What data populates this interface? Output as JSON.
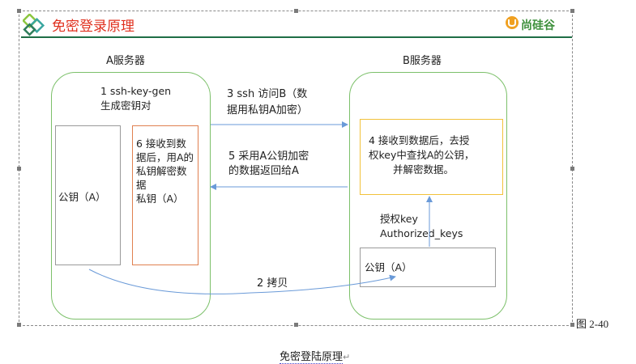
{
  "title": "免密登录原理",
  "brand": "尚硅谷",
  "colors": {
    "title": "#e0301e",
    "brand": "#3d8f3b",
    "server_border": "#7cc06a",
    "arrow": "#6a9ad8",
    "key_box": "#9a9a9a",
    "private_box": "#e08050",
    "lookup_box": "#f2c23a"
  },
  "server_a": {
    "label": "A服务器",
    "step1": [
      "1 ssh-key-gen",
      "生成密钥对"
    ],
    "public_key": "公钥（A）",
    "private_box": [
      "6 接收到数",
      "据后，用A的",
      "私钥解密数",
      "据",
      "私钥（A）"
    ]
  },
  "server_b": {
    "label": "B服务器",
    "lookup_box": [
      "4 接收到数据后，去授",
      "权key中查找A的公钥，",
      "并解密数据。"
    ],
    "auth_label": [
      "授权key",
      "Authorized_keys"
    ],
    "public_key": "公钥（A）"
  },
  "arrows": {
    "step3": [
      "3 ssh 访问B（数",
      "据用私钥A加密）"
    ],
    "step5": [
      "5 采用A公钥加密",
      "的数据返回给A"
    ],
    "step2": "2 拷贝"
  },
  "figure_label": "图 2-40",
  "caption": "免密登陆原理"
}
